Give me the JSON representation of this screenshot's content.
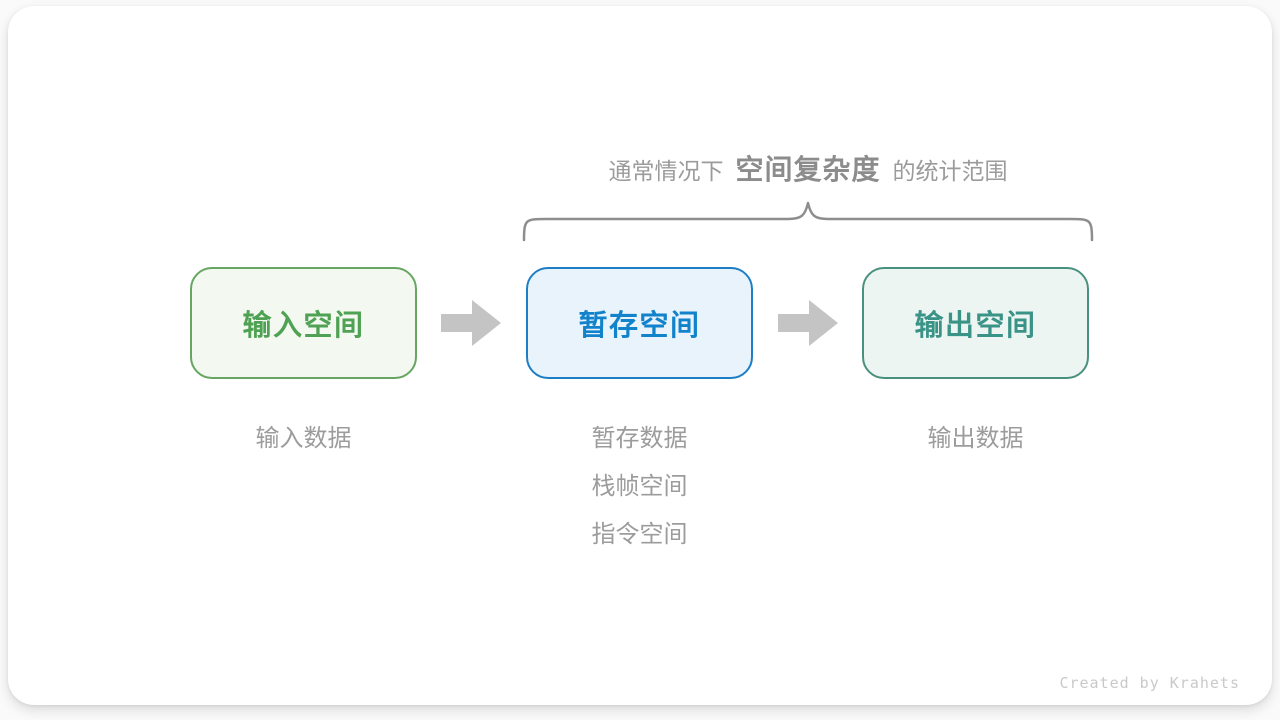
{
  "figure": {
    "credit": "Created by Krahets",
    "card_color": "#ffffff",
    "background_color": "#fafafa"
  },
  "annotation": {
    "prefix": "通常情况下",
    "highlight": "空间复杂度",
    "suffix": "的统计范围",
    "text_color": "#9b9b9b",
    "highlight_color": "#8c8c8c"
  },
  "brace": {
    "shape": "overbrace-spanning-temp-and-output-nodes",
    "color": "#8e8e8e"
  },
  "nodes": [
    {
      "id": "input-space",
      "label": "输入空间",
      "text_color": "#4fa153",
      "border_color": "#66a562",
      "fill_color": "#f3f9f1"
    },
    {
      "id": "temp-space",
      "label": "暂存空间",
      "text_color": "#1283cb",
      "border_color": "#1e7ec5",
      "fill_color": "#e9f3fc"
    },
    {
      "id": "output-space",
      "label": "输出空间",
      "text_color": "#3a9387",
      "border_color": "#49917f",
      "fill_color": "#edf5f2"
    }
  ],
  "arrows": {
    "icon": "block-arrow-right",
    "color": "#c4c4c4"
  },
  "notes": [
    {
      "under": "input-space",
      "lines": {
        "0": "输入数据"
      }
    },
    {
      "under": "temp-space",
      "lines": {
        "0": "暂存数据",
        "1": "栈帧空间",
        "2": "指令空间"
      }
    },
    {
      "under": "output-space",
      "lines": {
        "0": "输出数据"
      }
    }
  ]
}
